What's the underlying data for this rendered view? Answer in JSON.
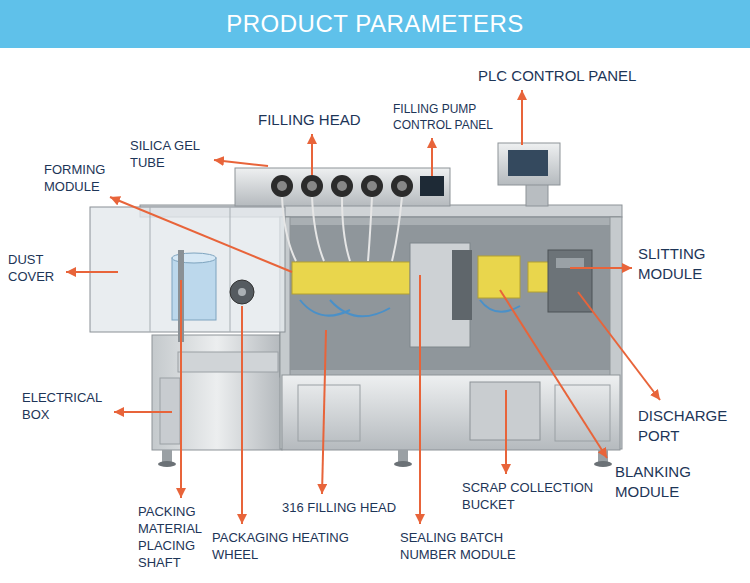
{
  "diagram": {
    "title": "PRODUCT PARAMETERS",
    "labels": [
      "PLC CONTROL PANEL",
      "FILLING HEAD",
      "FILLING PUMP CONTROL PANEL",
      "SILICA GEL TUBE",
      "FORMING MODULE",
      "SLITTING MODULE",
      "DUST COVER",
      "ELECTRICAL BOX",
      "DISCHARGE PORT",
      "BLANKING MODULE",
      "SCRAP COLLECTION BUCKET",
      "316 FILLING HEAD",
      "PACKING MATERIAL PLACING SHAFT",
      "PACKAGING HEATING WHEEL",
      "SEALING BATCH NUMBER MODULE"
    ]
  }
}
